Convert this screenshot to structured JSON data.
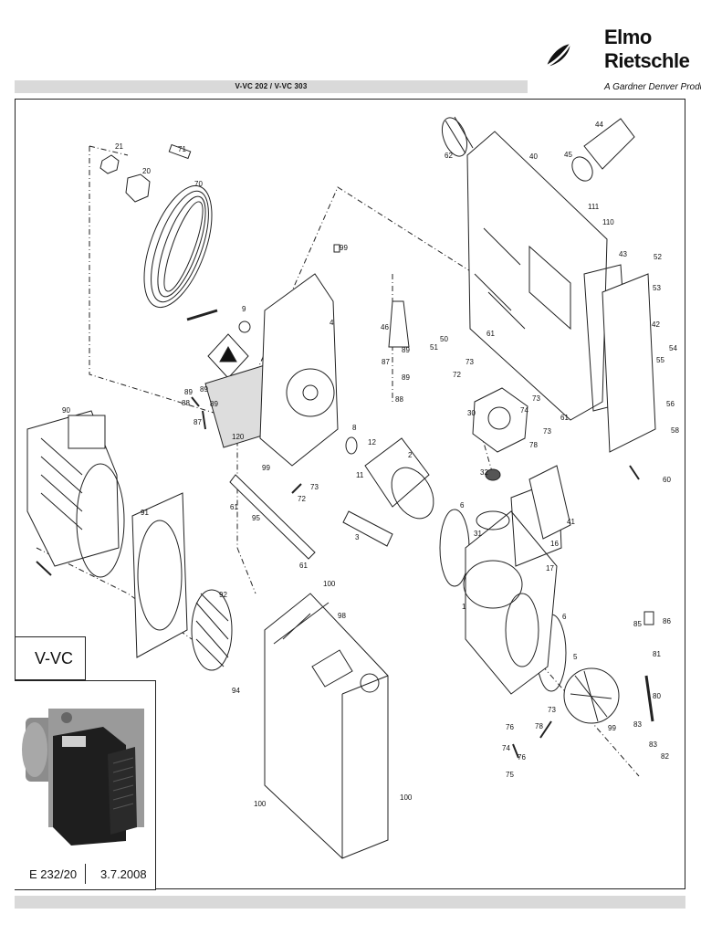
{
  "header": {
    "title": "V-VC 202  /  V-VC 303"
  },
  "brand": {
    "name_line1": "Elmo",
    "name_line2": "Rietschle",
    "tagline": "A Gardner Denver Product"
  },
  "model_label": "V-VC",
  "footer": {
    "doc_number": "E 232/20",
    "date": "3.7.2008"
  },
  "part_numbers": [
    "21",
    "71",
    "20",
    "70",
    "9",
    "99",
    "4",
    "62",
    "40",
    "44",
    "45",
    "111",
    "110",
    "43",
    "52",
    "53",
    "42",
    "46",
    "89",
    "87",
    "88",
    "51",
    "50",
    "73",
    "72",
    "61",
    "54",
    "55",
    "56",
    "30",
    "74",
    "78",
    "58",
    "8",
    "12",
    "2",
    "11",
    "73",
    "72",
    "99",
    "120",
    "90",
    "91",
    "95",
    "61",
    "100",
    "3",
    "6",
    "32",
    "31",
    "41",
    "16",
    "17",
    "1",
    "98",
    "92",
    "94",
    "6",
    "86",
    "85",
    "81",
    "80",
    "99",
    "83",
    "82",
    "73",
    "75",
    "76",
    "74",
    "78",
    "100"
  ],
  "colors": {
    "bar": "#d9d9d9",
    "ink": "#111111"
  }
}
